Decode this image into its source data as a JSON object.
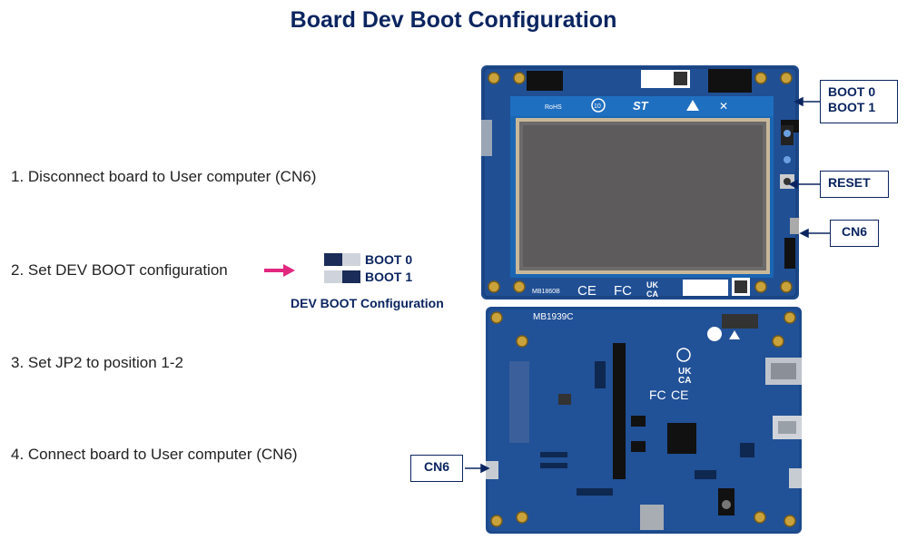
{
  "title": "Board Dev Boot Configuration",
  "steps": [
    "1. Disconnect board to User computer (CN6)",
    "2. Set DEV BOOT configuration",
    "3. Set JP2 to position 1-2",
    "4. Connect board to User computer (CN6)"
  ],
  "boot_switch": {
    "boot0_label": "BOOT 0",
    "boot1_label": "BOOT 1",
    "caption": "DEV BOOT Configuration"
  },
  "callouts": {
    "boot0": "BOOT 0",
    "boot1": "BOOT 1",
    "reset": "RESET",
    "cn6_top": "CN6",
    "cn6_bottom": "CN6"
  },
  "board_marks": {
    "top_board_id": "MB1860B",
    "bottom_board_id": "MB1939C",
    "ce": "CE",
    "fc": "FC",
    "ukca_1": "UK",
    "ukca_2": "CA",
    "st_logo": "ST"
  },
  "colors": {
    "title": "#0b2560",
    "board": "#1d4a8c",
    "arrow": "#e2277f",
    "switch_dark": "#1a2c57",
    "switch_light": "#cfd3db"
  }
}
